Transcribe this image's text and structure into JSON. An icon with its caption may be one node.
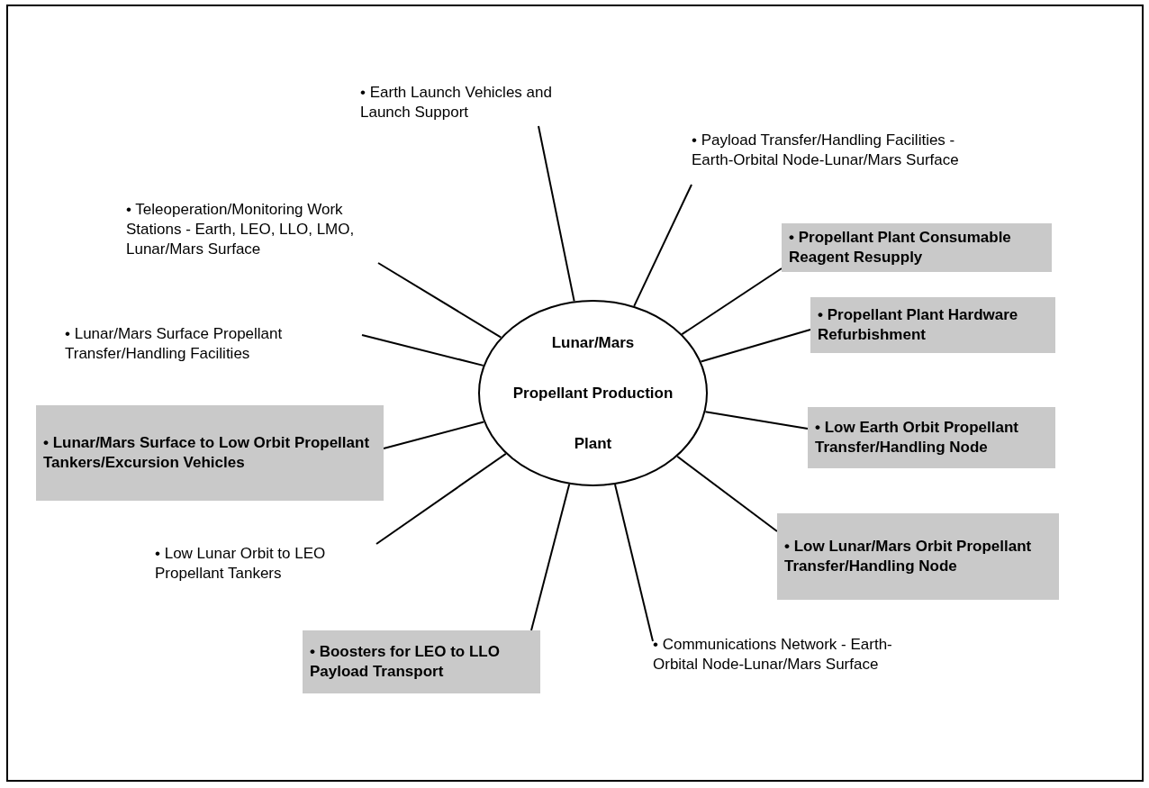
{
  "diagram": {
    "nodes": [
      {
        "text": [
          "Lunar/Mars",
          "Propellant Production",
          "Plant"
        ]
      },
      {
        "text": [
          "• Earth Launch Vehicles and Launch Support"
        ]
      },
      {
        "text": [
          "• Payload Transfer/Handling Facilities - Earth-Orbital Node-Lunar/Mars Surface"
        ]
      },
      {
        "text": [
          "• Teleoperation/Monitoring Work Stations - Earth, LEO, LLO, LMO, Lunar/Mars Surface"
        ]
      },
      {
        "text": [
          "• Propellant Plant Consumable Reagent Resupply"
        ]
      },
      {
        "text": [
          "• Propellant Plant Hardware Refurbishment"
        ]
      },
      {
        "text": [
          "• Lunar/Mars Surface Propellant Transfer/Handling Facilities"
        ]
      },
      {
        "text": [
          "• Low Earth Orbit Propellant Transfer/Handling Node"
        ]
      },
      {
        "text": [
          "• Lunar/Mars Surface to Low Orbit Propellant Tankers/Excursion Vehicles"
        ]
      },
      {
        "text": [
          "• Low Lunar/Mars Orbit Propellant Transfer/Handling Node"
        ]
      },
      {
        "text": [
          "• Low Lunar Orbit to LEO Propellant Tankers"
        ]
      },
      {
        "text": [
          "• Boosters for LEO to LLO Payload Transport"
        ]
      },
      {
        "text": [
          "• Communications Network - Earth-Orbital Node-Lunar/Mars Surface"
        ]
      }
    ],
    "edges": [
      {
        "from": 0,
        "to": 1,
        "arrow": "none"
      },
      {
        "from": 0,
        "to": 2,
        "arrow": "none"
      },
      {
        "from": 0,
        "to": 3,
        "arrow": "none"
      },
      {
        "from": 0,
        "to": 4,
        "arrow": "none"
      },
      {
        "from": 0,
        "to": 5,
        "arrow": "none"
      },
      {
        "from": 0,
        "to": 6,
        "arrow": "none"
      },
      {
        "from": 0,
        "to": 7,
        "arrow": "none"
      },
      {
        "from": 0,
        "to": 8,
        "arrow": "none"
      },
      {
        "from": 0,
        "to": 9,
        "arrow": "none"
      },
      {
        "from": 0,
        "to": 10,
        "arrow": "none"
      },
      {
        "from": 0,
        "to": 11,
        "arrow": "none"
      },
      {
        "from": 0,
        "to": 12,
        "arrow": "none"
      }
    ]
  }
}
